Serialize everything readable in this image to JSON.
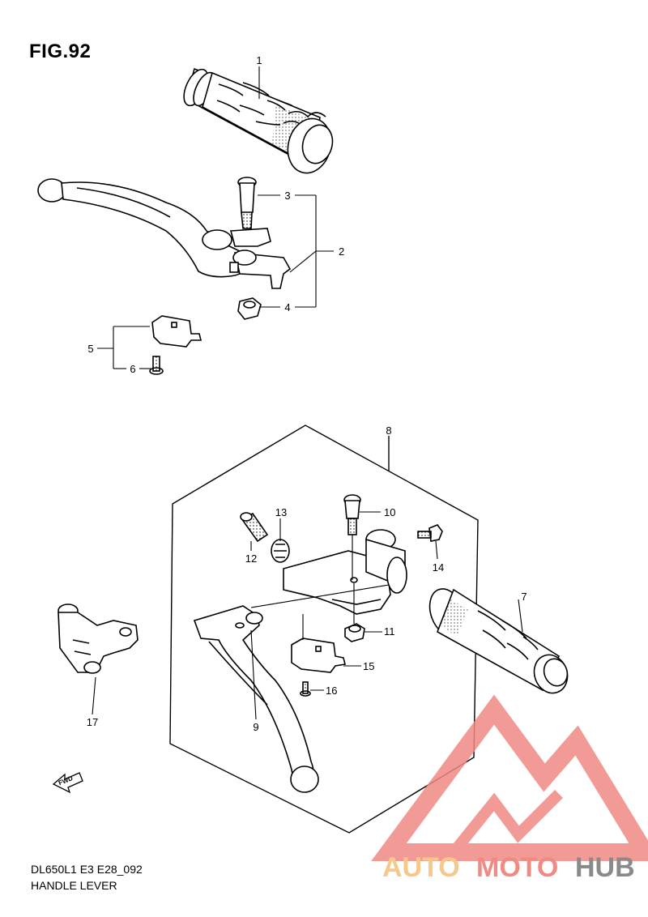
{
  "figure": {
    "title": "FIG.92",
    "code": "DL650L1 E3 E28_092",
    "name": "HANDLE LEVER"
  },
  "callouts": [
    "1",
    "2",
    "3",
    "4",
    "5",
    "6",
    "7",
    "8",
    "9",
    "10",
    "11",
    "12",
    "13",
    "14",
    "15",
    "16",
    "17"
  ],
  "fwd_label": "FWD",
  "watermark": {
    "part1": "AUTO",
    "part2": "MOTO",
    "part3": "HUB",
    "color_light": "#f6c88a",
    "color_red": "#f08a84",
    "color_gray": "#8a8a8a"
  },
  "colors": {
    "line": "#000000",
    "fill": "#ffffff",
    "dot": "#d0d0d0"
  }
}
